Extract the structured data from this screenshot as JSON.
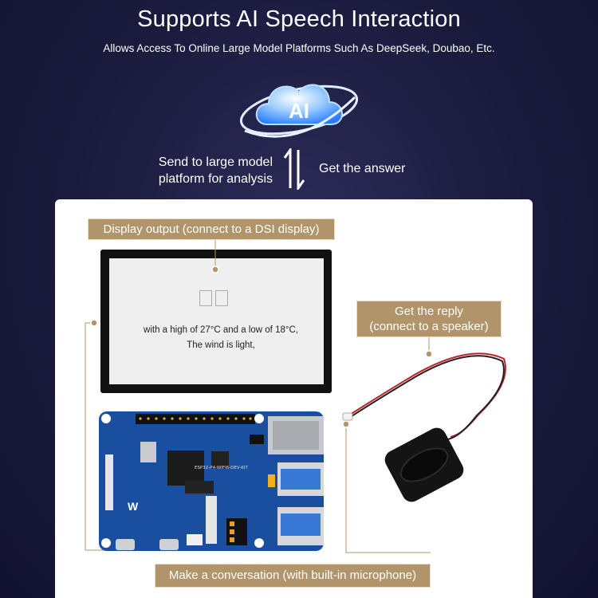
{
  "header": {
    "title": "Supports AI Speech Interaction",
    "subtitle": "Allows Access To Online Large Model Platforms Such As DeepSeek, Doubao, Etc."
  },
  "ai_badge": {
    "label": "AI"
  },
  "flow": {
    "send_line1": "Send to large model",
    "send_line2": "platform for analysis",
    "answer": "Get the answer"
  },
  "callouts": {
    "display": "Display output (connect to a DSI display)",
    "reply_line1": "Get the reply",
    "reply_line2": "(connect to a speaker)",
    "conversation": "Make a conversation (with built-in microphone)"
  },
  "screen": {
    "line1": "with a high of 27°C and a low of 18°C,",
    "line2": "The wind is light,"
  },
  "board": {
    "model_text": "ESP32-P4-WIFI6-DEV-KIT"
  },
  "colors": {
    "background": "#1a1a3c",
    "tag": "#b2946a",
    "board": "#1a4fa0",
    "accent_blue": "#2a7bff"
  }
}
